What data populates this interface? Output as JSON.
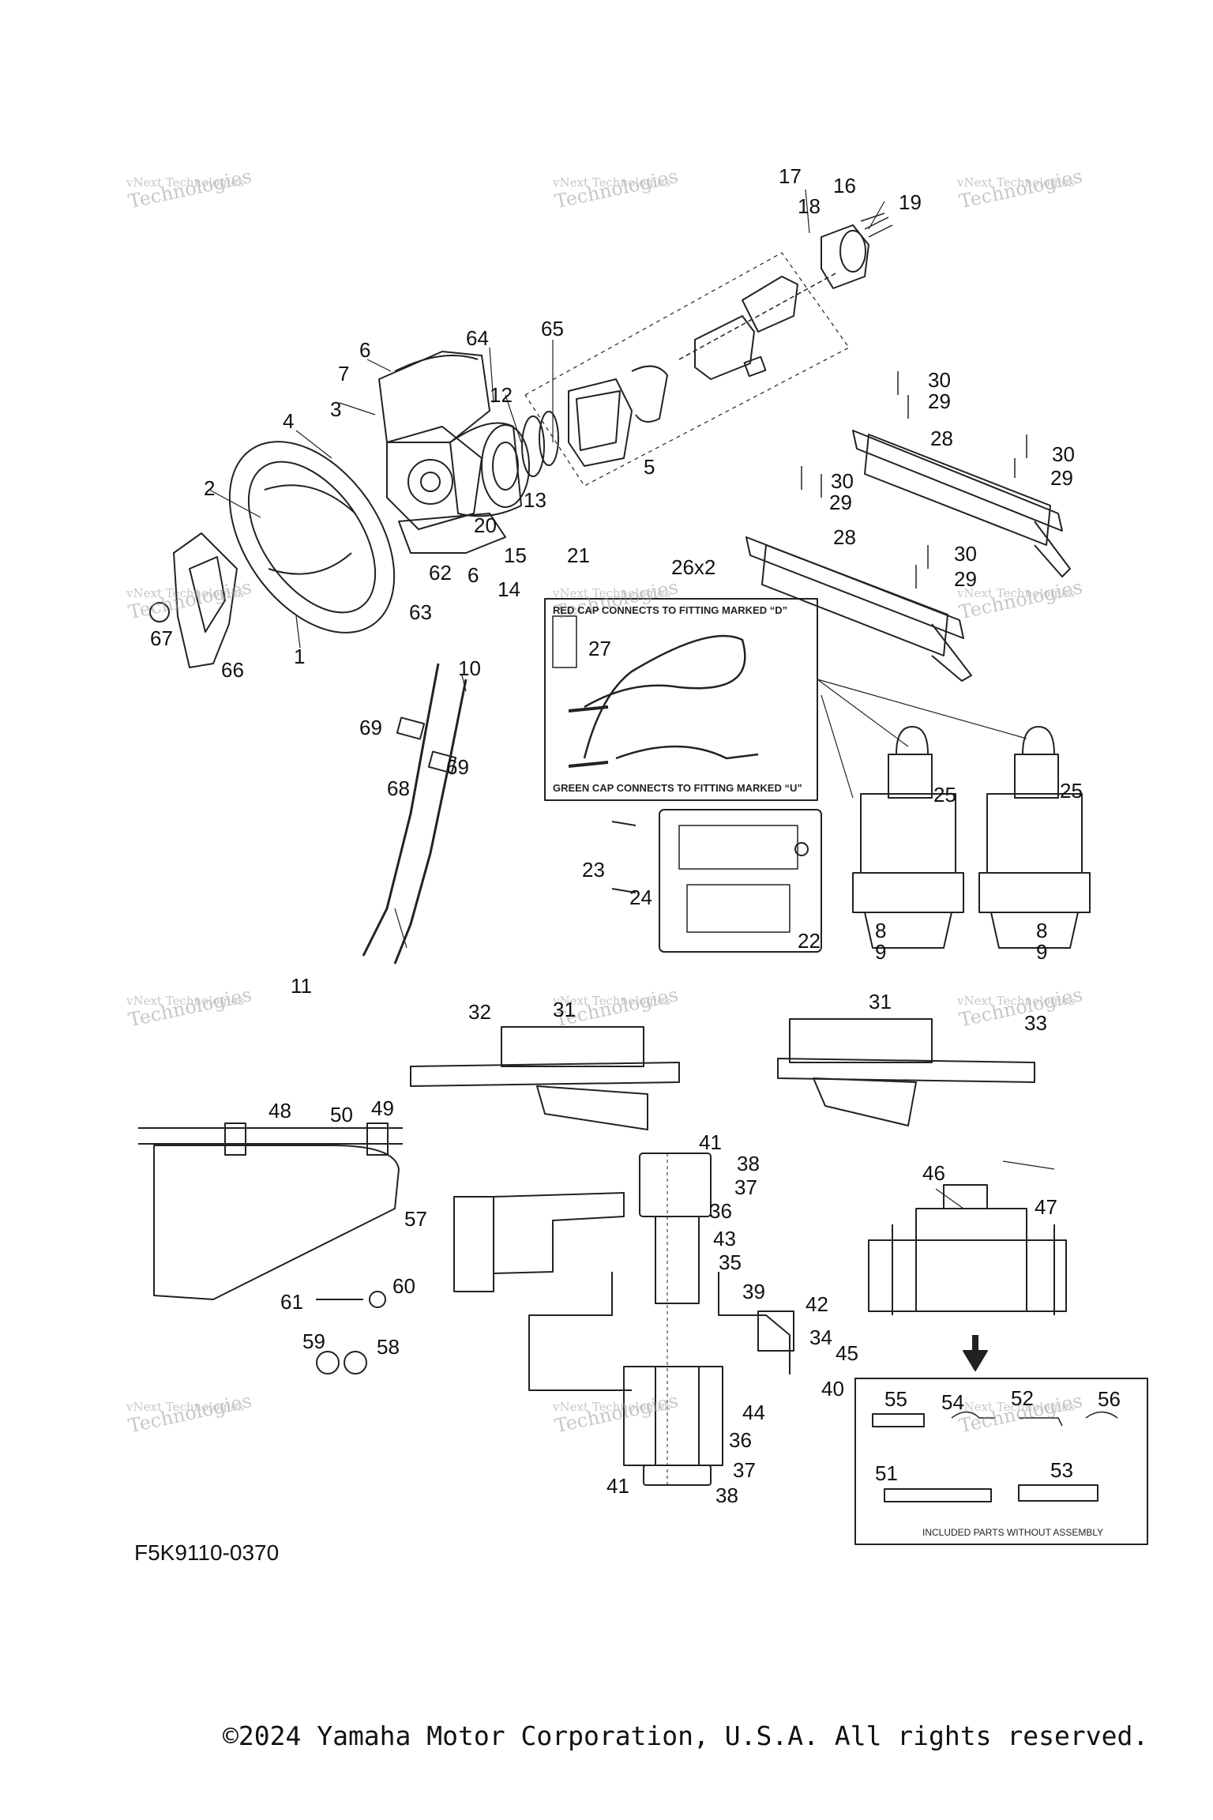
{
  "watermarks": [
    {
      "line1": "vNext Technologies",
      "line2": "Technologies"
    },
    {
      "line1": "vNext Technologies",
      "line2": "Technologies"
    },
    {
      "line1": "vNext Technologies",
      "line2": "Technologies"
    },
    {
      "line1": "vNext Technologies",
      "line2": "Technologies"
    },
    {
      "line1": "vNext Technologies",
      "line2": "Technologies"
    },
    {
      "line1": "vNext Technologies",
      "line2": "Technologies"
    },
    {
      "line1": "vNext Technologies",
      "line2": "Technologies"
    },
    {
      "line1": "vNext Technologies",
      "line2": "Technologies"
    },
    {
      "line1": "vNext Technologies",
      "line2": "Technologies"
    },
    {
      "line1": "vNext Technologies",
      "line2": "Technologies"
    },
    {
      "line1": "vNext Technologies",
      "line2": "Technologies"
    },
    {
      "line1": "vNext Technologies",
      "line2": "Technologies"
    }
  ],
  "callouts": {
    "c1": "1",
    "c2": "2",
    "c3": "3",
    "c4": "4",
    "c5": "5",
    "c6a": "6",
    "c6b": "6",
    "c7": "7",
    "c8a": "8",
    "c8b": "8",
    "c9a": "9",
    "c9b": "9",
    "c10": "10",
    "c11": "11",
    "c12": "12",
    "c13": "13",
    "c14": "14",
    "c15": "15",
    "c16": "16",
    "c17": "17",
    "c18": "18",
    "c19": "19",
    "c20": "20",
    "c21": "21",
    "c22": "22",
    "c23": "23",
    "c24": "24",
    "c25a": "25",
    "c25b": "25",
    "c26": "26x2",
    "c27": "27",
    "c28a": "28",
    "c28b": "28",
    "c29a": "29",
    "c29b": "29",
    "c29c": "29",
    "c29d": "29",
    "c30a": "30",
    "c30b": "30",
    "c30c": "30",
    "c30d": "30",
    "c31a": "31",
    "c31b": "31",
    "c32": "32",
    "c33": "33",
    "c34": "34",
    "c35": "35",
    "c36a": "36",
    "c36b": "36",
    "c37a": "37",
    "c37b": "37",
    "c38a": "38",
    "c38b": "38",
    "c39": "39",
    "c40": "40",
    "c41a": "41",
    "c41b": "41",
    "c42": "42",
    "c43": "43",
    "c44": "44",
    "c45": "45",
    "c46": "46",
    "c47": "47",
    "c48": "48",
    "c49": "49",
    "c50": "50",
    "c51": "51",
    "c52": "52",
    "c53": "53",
    "c54": "54",
    "c55": "55",
    "c56": "56",
    "c57": "57",
    "c58": "58",
    "c59": "59",
    "c60": "60",
    "c61": "61",
    "c62": "62",
    "c63": "63",
    "c64": "64",
    "c65": "65",
    "c66": "66",
    "c67": "67",
    "c68": "68",
    "c69a": "69",
    "c69b": "69"
  },
  "hose_box": {
    "red_note": "RED CAP CONNECTS TO FITTING MARKED “D”",
    "green_note": "GREEN CAP CONNECTS TO FITTING MARKED “U”"
  },
  "included_box": {
    "note": "INCLUDED PARTS WITHOUT ASSEMBLY"
  },
  "part_code": "F5K9110-0370",
  "copyright": "©2024 Yamaha Motor Corporation, U.S.A. All rights reserved."
}
